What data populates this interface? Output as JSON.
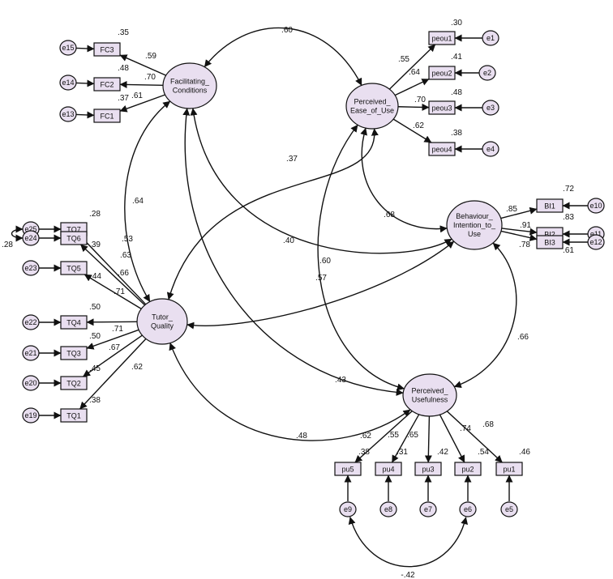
{
  "latents": [
    {
      "id": "FC",
      "lines": [
        "Facilitating_",
        "Conditions"
      ]
    },
    {
      "id": "PEOU",
      "lines": [
        "Perceived_",
        "Ease_of_Use"
      ]
    },
    {
      "id": "BI",
      "lines": [
        "Behaviour_",
        "Intention_to_",
        "Use"
      ]
    },
    {
      "id": "TQ",
      "lines": [
        "Tutor_",
        "Quality"
      ]
    },
    {
      "id": "PU",
      "lines": [
        "Perceived_",
        "Usefulness"
      ]
    }
  ],
  "indicators": [
    {
      "id": "FC3",
      "name": "FC3",
      "r2": ".35",
      "loading": ".59",
      "error": "e15"
    },
    {
      "id": "FC2",
      "name": "FC2",
      "r2": ".48",
      "loading": ".70",
      "error": "e14"
    },
    {
      "id": "FC1",
      "name": "FC1",
      "r2": ".37",
      "loading": ".61",
      "error": "e13"
    },
    {
      "id": "peou1",
      "name": "peou1",
      "r2": ".30",
      "loading": ".55",
      "error": "e1"
    },
    {
      "id": "peou2",
      "name": "peou2",
      "r2": ".41",
      "loading": ".64",
      "error": "e2"
    },
    {
      "id": "peou3",
      "name": "peou3",
      "r2": ".48",
      "loading": ".70",
      "error": "e3"
    },
    {
      "id": "peou4",
      "name": "peou4",
      "r2": ".38",
      "loading": ".62",
      "error": "e4"
    },
    {
      "id": "BI1",
      "name": "BI1",
      "r2": ".72",
      "loading": ".85",
      "error": "e10"
    },
    {
      "id": "BI2",
      "name": "BI2",
      "r2": ".83",
      "loading": ".91",
      "error": "e11"
    },
    {
      "id": "BI3",
      "name": "BI3",
      "r2": ".61",
      "loading": ".78",
      "error": "e12"
    },
    {
      "id": "TQ7",
      "name": "TQ7",
      "r2": ".28",
      "loading": ".53",
      "error": "e25"
    },
    {
      "id": "TQ6",
      "name": "TQ6",
      "r2": ".39",
      "loading": ".63",
      "error": "e24"
    },
    {
      "id": "TQ5",
      "name": "TQ5",
      "r2": ".44",
      "loading": ".66",
      "error": "e23"
    },
    {
      "id": "TQ4",
      "name": "TQ4",
      "r2": ".50",
      "loading": ".71",
      "error": "e22"
    },
    {
      "id": "TQ3",
      "name": "TQ3",
      "r2": ".50",
      "loading": ".71",
      "error": "e21"
    },
    {
      "id": "TQ2",
      "name": "TQ2",
      "r2": ".45",
      "loading": ".67",
      "error": "e20"
    },
    {
      "id": "TQ1",
      "name": "TQ1",
      "r2": ".38",
      "loading": ".62",
      "error": "e19"
    },
    {
      "id": "pu5",
      "name": "pu5",
      "r2": ".38",
      "loading": ".62",
      "error": "e9"
    },
    {
      "id": "pu4",
      "name": "pu4",
      "r2": ".31",
      "loading": ".55",
      "error": "e8"
    },
    {
      "id": "pu3",
      "name": "pu3",
      "r2": ".42",
      "loading": ".65",
      "error": "e7"
    },
    {
      "id": "pu2",
      "name": "pu2",
      "r2": ".54",
      "loading": ".74",
      "error": "e6"
    },
    {
      "id": "pu1",
      "name": "pu1",
      "r2": ".46",
      "loading": ".68",
      "error": "e5"
    }
  ],
  "covariances": [
    {
      "from": "FC",
      "to": "PEOU",
      "value": ".60"
    },
    {
      "from": "FC",
      "to": "TQ",
      "value": ".64"
    },
    {
      "from": "FC",
      "to": "BI",
      "value": ".40"
    },
    {
      "from": "FC",
      "to": "PU",
      "value": ".43"
    },
    {
      "from": "PEOU",
      "to": "BI",
      "value": ".68"
    },
    {
      "from": "PEOU",
      "to": "TQ",
      "value": ".37"
    },
    {
      "from": "PEOU",
      "to": "PU",
      "value": ".60"
    },
    {
      "from": "TQ",
      "to": "BI",
      "value": ".57"
    },
    {
      "from": "TQ",
      "to": "PU",
      "value": ".48"
    },
    {
      "from": "BI",
      "to": "PU",
      "value": ".66"
    }
  ],
  "error_covariances": [
    {
      "from": "e25",
      "to": "e24",
      "value": ".28"
    },
    {
      "from": "e9",
      "to": "e6",
      "value": "-.42"
    }
  ]
}
